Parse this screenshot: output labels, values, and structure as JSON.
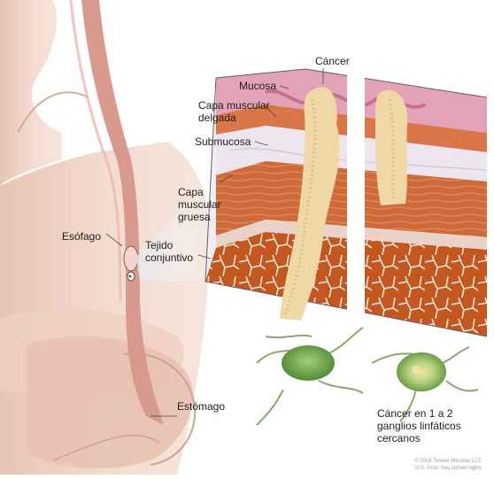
{
  "labels": {
    "cancer_top": "Cáncer",
    "mucosa": "Mucosa",
    "capa_muscular_delgada": [
      "Capa muscular",
      "delgada"
    ],
    "submucosa": "Submucosa",
    "capa_muscular_gruesa": [
      "Capa",
      "muscular",
      "gruesa"
    ],
    "tejido_conjuntivo": [
      "Tejido",
      "conjuntivo"
    ],
    "esofago": "Esófago",
    "estomago": "Estómago",
    "cancer_ganglios": [
      "Cáncer en 1 a  2",
      "ganglios linfáticos",
      "cercanos"
    ]
  },
  "credit": [
    "© 2016 Terese Winslow LLC",
    "U.S. Govt. has certain rights"
  ],
  "colors": {
    "skin": "#f1d6c8",
    "skin_shadow": "#e2b9a6",
    "esophagus": "#d99b8f",
    "mucosa": "#e3a7b8",
    "submucosa": "#e9e2ec",
    "muscle_thin": "#d36a3e",
    "muscle_thick": "#c25a2a",
    "connective": "#b84a1c",
    "tumor": "#efd7a6",
    "lymph_node": "#6ea24a"
  }
}
